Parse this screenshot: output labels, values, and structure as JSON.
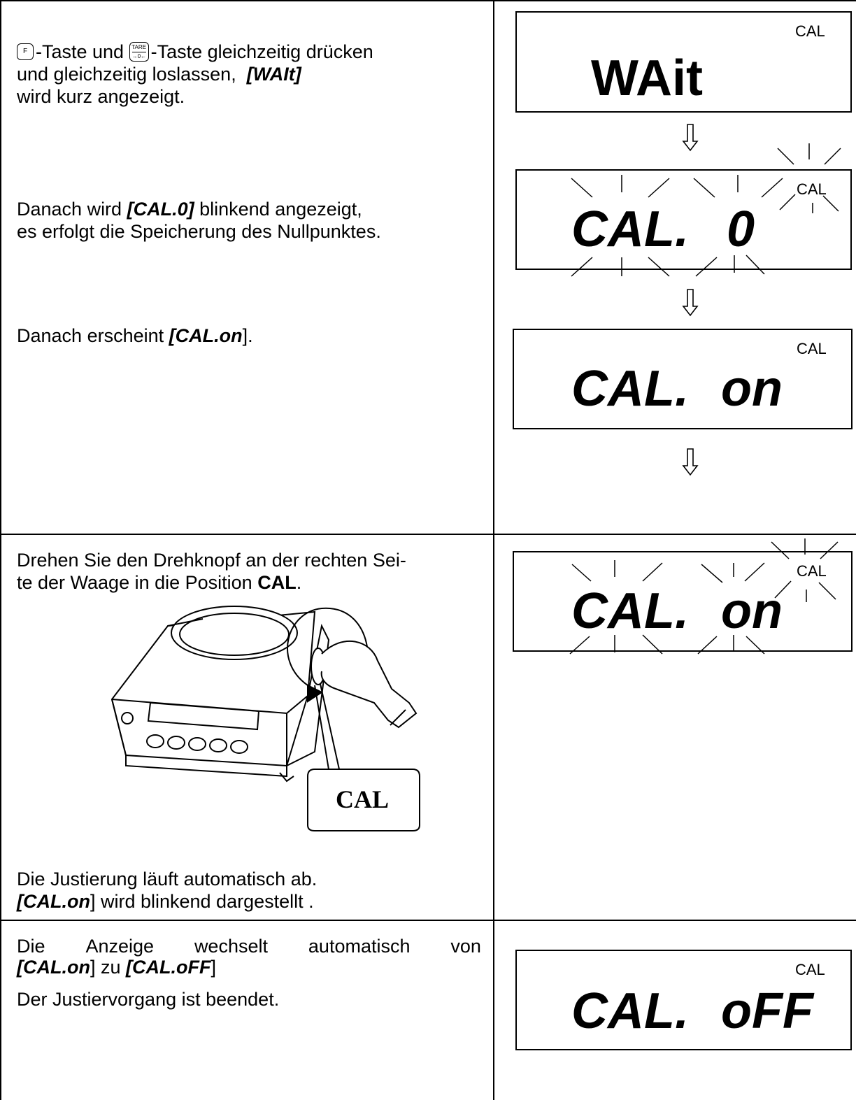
{
  "row1": {
    "keys": {
      "f_label": "F",
      "tare_label": "TARE",
      "tare_sub": "→0←"
    },
    "line1_after_f": "-Taste und",
    "line1_after_tare": "-Taste gleichzeitig drücken",
    "line2_prefix": "und gleichzeitig loslassen,",
    "line2_code": "[WAIt]",
    "line3": "wird kurz angezeigt.",
    "p2_line1_prefix": "Danach wird",
    "p2_line1_code": "[CAL.0]",
    "p2_line1_suffix": "blinkend angezeigt,",
    "p2_line2": "es erfolgt die Speicherung des Nullpunktes.",
    "p3_prefix": "Danach erscheint",
    "p3_code": "[CAL.on",
    "p3_suffix": "]."
  },
  "row2": {
    "line1": "Drehen Sie den Drehknopf an der rechten Sei-",
    "line2_prefix": "te der Waage in die Position",
    "line2_bold": "CAL",
    "line2_suffix": ".",
    "bubble_label": "CAL",
    "p2_line1": "Die Justierung läuft automatisch ab.",
    "p2_line2_code": "[CAL.on",
    "p2_line2_suffix": "] wird blinkend dargestellt ."
  },
  "row3": {
    "line1_words": [
      "Die",
      "Anzeige",
      "wechselt",
      "automatisch",
      "von"
    ],
    "line2_code1": "[CAL.on",
    "line2_mid": "] zu ",
    "line2_code2": "[CAL.oFF",
    "line2_end": "]",
    "line3": "Der Justiervorgang ist beendet."
  },
  "displays": {
    "cal_indicator": "CAL",
    "wait": "WAit",
    "cal0_left": "CAL.",
    "cal0_right": "0",
    "calon_left": "CAL.",
    "calon_right": "on",
    "caloff_left": "CAL.",
    "caloff_right": "oFF"
  },
  "arrow_glyph": "⇩"
}
